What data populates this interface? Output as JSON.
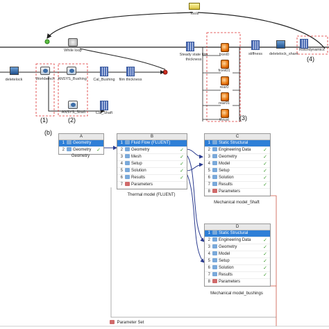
{
  "panel_a": {
    "nodes": {
      "tools": "Tools",
      "while_loop": "While loop",
      "steady_state": "Steady state film thickness",
      "front0": "front0",
      "front01": "front01",
      "rear0": "rear0",
      "rear01": "rear01",
      "thrust": "thrust",
      "stiffness": "stiffness",
      "deletelock_share": "deletelock_share",
      "rotordynamics": "Rotordynamics",
      "deletelock": "deletelock",
      "workbench": "Workbench",
      "ansys_bushing": "ANSYS_Bushing",
      "cal_bushing": "Cal_Bushing",
      "film_thickness": "film thickness",
      "ansys_shaft": "ANSYS_Shaft",
      "cal_shaft": "Cal_Shaft"
    },
    "markers": [
      "(1)",
      "(2)",
      "(3)",
      "(4)"
    ]
  },
  "panel_b": {
    "label": "(b)",
    "tables": [
      {
        "col": "A",
        "rows": [
          {
            "n": "1",
            "t": "Geometry",
            "sel": true
          },
          {
            "n": "2",
            "t": "Geometry",
            "sel": false
          }
        ],
        "caption": "Geometry"
      },
      {
        "col": "B",
        "rows": [
          {
            "n": "1",
            "t": "Fluid Flow (FLUENT)",
            "sel": true
          },
          {
            "n": "2",
            "t": "Geometry",
            "sel": false
          },
          {
            "n": "3",
            "t": "Mesh",
            "sel": false
          },
          {
            "n": "4",
            "t": "Setup",
            "sel": false
          },
          {
            "n": "5",
            "t": "Solution",
            "sel": false
          },
          {
            "n": "6",
            "t": "Results",
            "sel": false
          },
          {
            "n": "7",
            "t": "Parameters",
            "sel": false
          }
        ],
        "caption": "Thermal model (FLUENT)"
      },
      {
        "col": "C",
        "rows": [
          {
            "n": "1",
            "t": "Static Structural",
            "sel": true
          },
          {
            "n": "2",
            "t": "Engineering Data",
            "sel": false
          },
          {
            "n": "3",
            "t": "Geometry",
            "sel": false
          },
          {
            "n": "4",
            "t": "Model",
            "sel": false
          },
          {
            "n": "5",
            "t": "Setup",
            "sel": false
          },
          {
            "n": "6",
            "t": "Solution",
            "sel": false
          },
          {
            "n": "7",
            "t": "Results",
            "sel": false
          },
          {
            "n": "8",
            "t": "Parameters",
            "sel": false
          }
        ],
        "caption": "Mechanical model_Shaft"
      },
      {
        "col": "D",
        "rows": [
          {
            "n": "1",
            "t": "Static Structural",
            "sel": true
          },
          {
            "n": "2",
            "t": "Engineering Data",
            "sel": false
          },
          {
            "n": "3",
            "t": "Geometry",
            "sel": false
          },
          {
            "n": "4",
            "t": "Model",
            "sel": false
          },
          {
            "n": "5",
            "t": "Setup",
            "sel": false
          },
          {
            "n": "6",
            "t": "Solution",
            "sel": false
          },
          {
            "n": "7",
            "t": "Results",
            "sel": false
          },
          {
            "n": "8",
            "t": "Parameters",
            "sel": false
          }
        ],
        "caption": "Mechanical model_bushings"
      }
    ],
    "parameter_set": "Parameter Set"
  }
}
